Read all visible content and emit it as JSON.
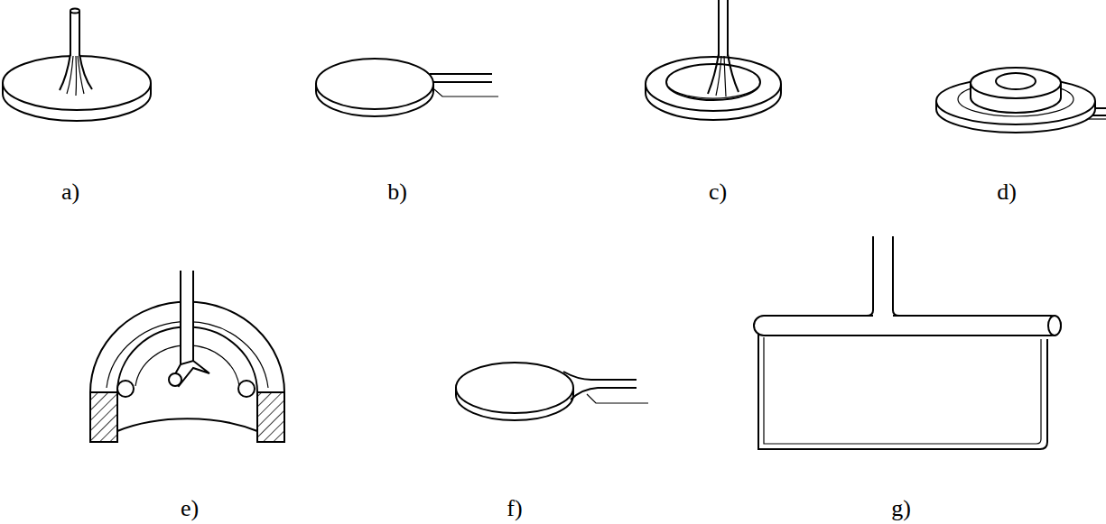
{
  "diagram": {
    "labels": [
      "a)",
      "b)",
      "c)",
      "d)",
      "e)",
      "f)",
      "g)"
    ]
  }
}
